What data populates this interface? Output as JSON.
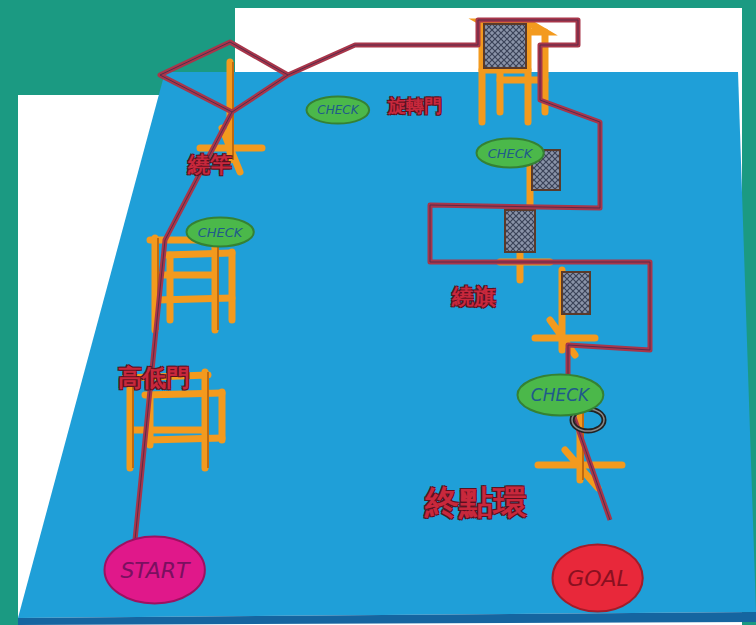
{
  "diagram": {
    "nodes": [
      {
        "text": [
          "CHECK"
        ]
      },
      {
        "text": [
          "CHECK"
        ]
      },
      {
        "text": [
          "CHECK"
        ]
      },
      {
        "text": [
          "CHECK"
        ]
      },
      {
        "text": [
          "START"
        ]
      },
      {
        "text": [
          "GOAL"
        ]
      }
    ],
    "labels": [
      "繞竿",
      "旋轉門",
      "高低門",
      "繞旗",
      "終點環"
    ]
  }
}
